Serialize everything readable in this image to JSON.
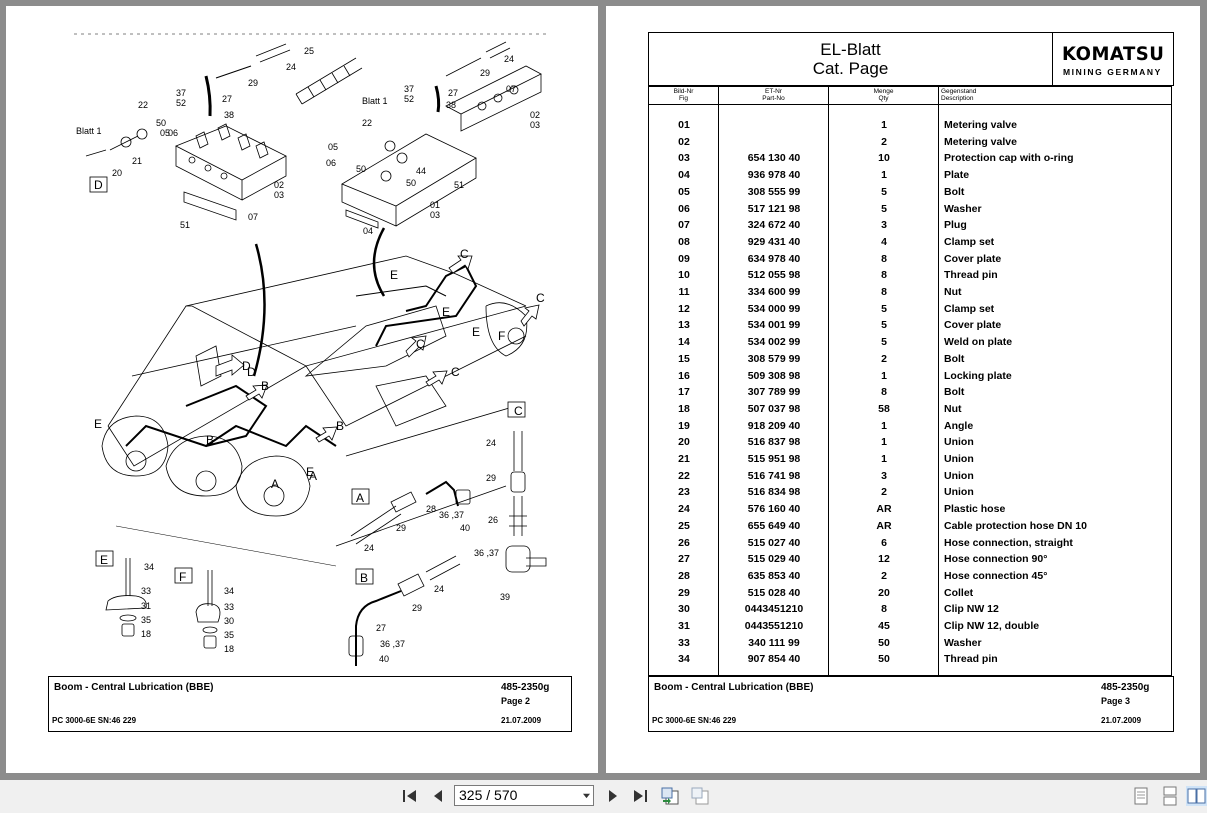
{
  "left_page": {
    "diagram_labels": {
      "d_items": [
        "24",
        "25",
        "29",
        "37",
        "52",
        "27",
        "38",
        "22",
        "50",
        "05",
        "06",
        "Blatt 1",
        "21",
        "20",
        "02",
        "03",
        "51",
        "07"
      ],
      "e_items": [
        "Blatt 1",
        "22",
        "37",
        "52",
        "27",
        "38",
        "29",
        "24",
        "07",
        "05",
        "06",
        "50",
        "44",
        "50",
        "01",
        "03",
        "04",
        "02",
        "03",
        "51"
      ],
      "callouts": [
        "D",
        "C",
        "C",
        "E",
        "E",
        "E",
        "F",
        "C",
        "B",
        "C",
        "D",
        "B",
        "E",
        "B",
        "A",
        "A",
        "E"
      ],
      "detail_c": [
        "C",
        "24",
        "29",
        "26",
        "36 ,37",
        "39"
      ],
      "detail_a": [
        "A",
        "28",
        "29",
        "36 ,37",
        "40",
        "24"
      ],
      "detail_b": [
        "B",
        "24",
        "29",
        "27",
        "36 ,37",
        "40"
      ],
      "detail_e": [
        "E",
        "34",
        "33",
        "31",
        "35",
        "18"
      ],
      "detail_f": [
        "F",
        "34",
        "33",
        "30",
        "35",
        "18"
      ],
      "box_letters": [
        "D",
        "C",
        "A",
        "B",
        "E",
        "F"
      ]
    },
    "footer": {
      "title": "Boom - Central Lubrication (BBE)",
      "doc_number": "485-2350g",
      "page": "Page 2",
      "model": "PC 3000-6E SN:46 229",
      "date": "21.07.2009"
    }
  },
  "right_page": {
    "header": {
      "title_de": "EL-Blatt",
      "title_en": "Cat. Page",
      "logo_word": "KOMATSU",
      "logo_sub": "MINING GERMANY"
    },
    "table": {
      "headers": {
        "fig_de": "Bild-Nr",
        "fig_en": "Fig",
        "part_de": "ET-Nr",
        "part_en": "Part-No",
        "qty_de": "Menge",
        "qty_en": "Qty",
        "desc_de": "Gegenstand",
        "desc_en": "Description"
      },
      "rows": [
        {
          "fig": "01",
          "part": "",
          "qty": "1",
          "desc": "Metering valve"
        },
        {
          "fig": "02",
          "part": "",
          "qty": "2",
          "desc": "Metering valve"
        },
        {
          "fig": "03",
          "part": "654 130 40",
          "qty": "10",
          "desc": "Protection cap with o-ring"
        },
        {
          "fig": "04",
          "part": "936 978 40",
          "qty": "1",
          "desc": "Plate"
        },
        {
          "fig": "05",
          "part": "308 555 99",
          "qty": "5",
          "desc": "Bolt"
        },
        {
          "fig": "06",
          "part": "517 121 98",
          "qty": "5",
          "desc": "Washer"
        },
        {
          "fig": "07",
          "part": "324 672 40",
          "qty": "3",
          "desc": "Plug"
        },
        {
          "fig": "08",
          "part": "929 431 40",
          "qty": "4",
          "desc": "Clamp set"
        },
        {
          "fig": "09",
          "part": "634 978 40",
          "qty": "8",
          "desc": "Cover plate"
        },
        {
          "fig": "10",
          "part": "512 055 98",
          "qty": "8",
          "desc": "Thread pin"
        },
        {
          "fig": "11",
          "part": "334 600 99",
          "qty": "8",
          "desc": "Nut"
        },
        {
          "fig": "12",
          "part": "534 000 99",
          "qty": "5",
          "desc": "Clamp set"
        },
        {
          "fig": "13",
          "part": "534 001 99",
          "qty": "5",
          "desc": "Cover plate"
        },
        {
          "fig": "14",
          "part": "534 002 99",
          "qty": "5",
          "desc": "Weld on plate"
        },
        {
          "fig": "15",
          "part": "308 579 99",
          "qty": "2",
          "desc": "Bolt"
        },
        {
          "fig": "16",
          "part": "509 308 98",
          "qty": "1",
          "desc": "Locking plate"
        },
        {
          "fig": "17",
          "part": "307 789 99",
          "qty": "8",
          "desc": "Bolt"
        },
        {
          "fig": "18",
          "part": "507 037 98",
          "qty": "58",
          "desc": "Nut"
        },
        {
          "fig": "19",
          "part": "918 209 40",
          "qty": "1",
          "desc": "Angle"
        },
        {
          "fig": "20",
          "part": "516 837 98",
          "qty": "1",
          "desc": "Union"
        },
        {
          "fig": "21",
          "part": "515 951 98",
          "qty": "1",
          "desc": "Union"
        },
        {
          "fig": "22",
          "part": "516 741 98",
          "qty": "3",
          "desc": "Union"
        },
        {
          "fig": "23",
          "part": "516 834 98",
          "qty": "2",
          "desc": "Union"
        },
        {
          "fig": "24",
          "part": "576 160 40",
          "qty": "AR",
          "desc": "Plastic hose"
        },
        {
          "fig": "25",
          "part": "655 649 40",
          "qty": "AR",
          "desc": "Cable protection hose DN 10"
        },
        {
          "fig": "26",
          "part": "515 027 40",
          "qty": "6",
          "desc": "Hose connection, straight"
        },
        {
          "fig": "27",
          "part": "515 029 40",
          "qty": "12",
          "desc": "Hose connection 90°"
        },
        {
          "fig": "28",
          "part": "635 853 40",
          "qty": "2",
          "desc": "Hose connection 45°"
        },
        {
          "fig": "29",
          "part": "515 028 40",
          "qty": "20",
          "desc": "Collet"
        },
        {
          "fig": "30",
          "part": "0443451210",
          "qty": "8",
          "desc": "Clip NW 12"
        },
        {
          "fig": "31",
          "part": "0443551210",
          "qty": "45",
          "desc": "Clip NW 12, double"
        },
        {
          "fig": "33",
          "part": "340 111 99",
          "qty": "50",
          "desc": "Washer"
        },
        {
          "fig": "34",
          "part": "907 854 40",
          "qty": "50",
          "desc": "Thread pin"
        }
      ]
    },
    "footer": {
      "title": "Boom - Central Lubrication (BBE)",
      "doc_number": "485-2350g",
      "page": "Page 3",
      "model": "PC 3000-6E SN:46 229",
      "date": "21.07.2009"
    }
  },
  "toolbar": {
    "page_indicator": "325 / 570",
    "buttons": [
      "first-page",
      "previous-page",
      "next-page",
      "last-page",
      "previous-view",
      "next-view",
      "single-page-view",
      "continuous-view",
      "two-page-view"
    ]
  }
}
